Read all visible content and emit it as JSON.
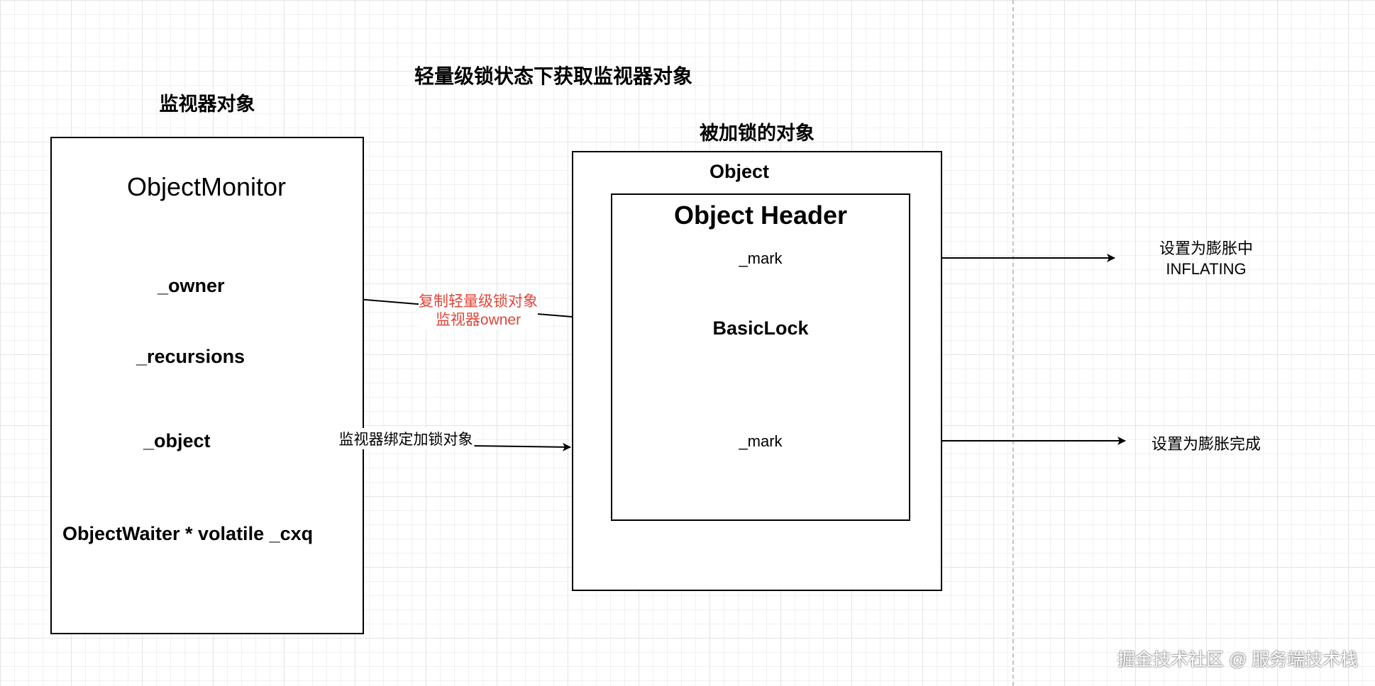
{
  "diagram": {
    "title": "轻量级锁状态下获取监视器对象",
    "monitor": {
      "heading": "监视器对象",
      "class_name": "ObjectMonitor",
      "fields": [
        "_owner",
        "_recursions",
        "_object",
        "ObjectWaiter * volatile _cxq"
      ]
    },
    "locked_object": {
      "heading": "被加锁的对象",
      "object_label": "Object",
      "header_title": "Object Header",
      "mark_top": "_mark",
      "basic_lock": "BasicLock",
      "mark_bottom": "_mark"
    },
    "edges": {
      "copy_owner_line1": "复制轻量级锁对象",
      "copy_owner_line2": "监视器owner",
      "bind_object": "监视器绑定加锁对象",
      "inflating_line1": "设置为膨胀中",
      "inflating_line2": "INFLATING",
      "inflated": "设置为膨胀完成"
    },
    "accent_color": "#e0453a",
    "watermark": "掘金技术社区 @ 服务端技术栈"
  }
}
